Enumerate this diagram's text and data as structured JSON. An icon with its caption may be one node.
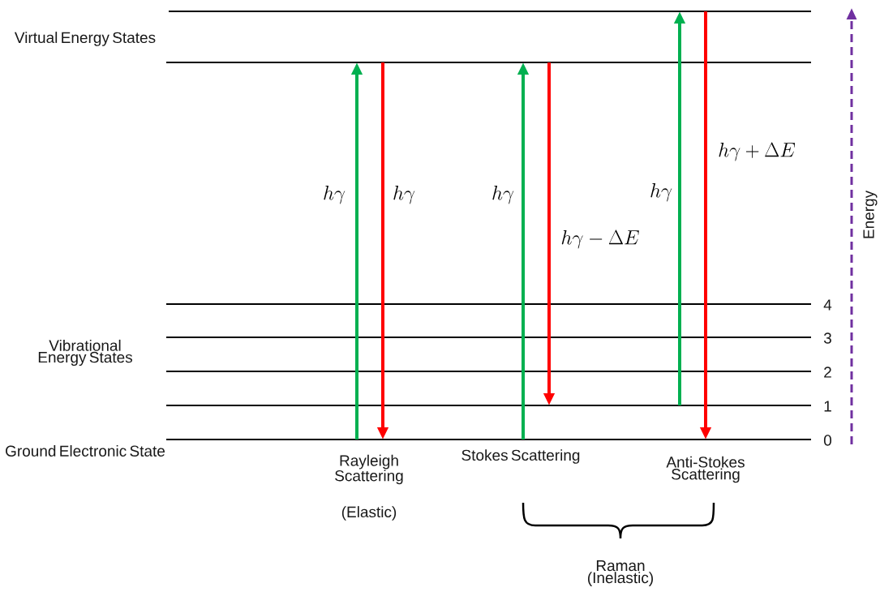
{
  "diagram": {
    "nodes": [
      {
        "text": [],
        "shape": "bar"
      },
      {
        "text": [],
        "shape": "bar"
      },
      {
        "text": [],
        "shape": "bar",
        "beside": [
          "4"
        ]
      },
      {
        "text": [],
        "shape": "bar",
        "beside": [
          "3"
        ]
      },
      {
        "text": [],
        "shape": "bar",
        "beside": [
          "2"
        ]
      },
      {
        "text": [],
        "shape": "bar",
        "beside": [
          "1"
        ]
      },
      {
        "text": [],
        "shape": "bar",
        "beside": [
          "0"
        ]
      }
    ],
    "edges": [
      {
        "from": 6,
        "to": 1,
        "arrow": "to",
        "label": "h\\gamma",
        "color": "#00b050"
      },
      {
        "from": 1,
        "to": 6,
        "arrow": "to",
        "label": "h\\gamma",
        "color": "#ff0000"
      },
      {
        "from": 6,
        "to": 1,
        "arrow": "to",
        "label": "h\\gamma",
        "color": "#00b050"
      },
      {
        "from": 1,
        "to": 5,
        "arrow": "to",
        "label": "h\\gamma - \\Delta E",
        "color": "#ff0000"
      },
      {
        "from": 5,
        "to": 0,
        "arrow": "to",
        "label": "h\\gamma",
        "color": "#00b050"
      },
      {
        "from": 0,
        "to": 6,
        "arrow": "to",
        "label": "h\\gamma + \\Delta E",
        "color": "#ff0000"
      }
    ],
    "labels": [
      "Virtual Energy States",
      "Vibrational Energy States",
      "Ground Electronic State",
      "Rayleigh Scattering",
      "(Elastic)",
      "Stokes Scattering",
      "Anti-Stokes Scattering",
      "Raman (Inelastic)",
      "Energy"
    ]
  }
}
